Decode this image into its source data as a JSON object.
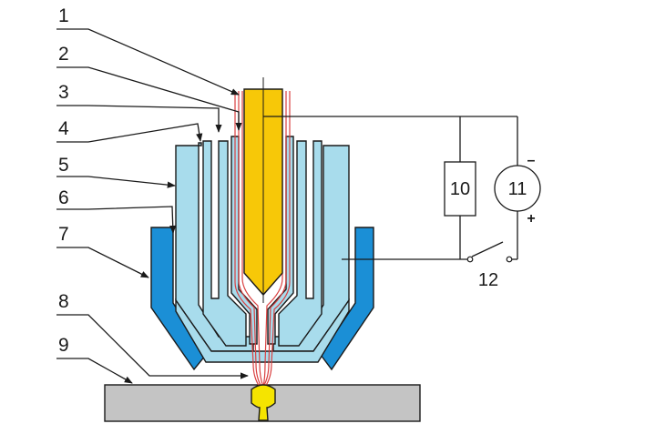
{
  "colors": {
    "electrode": "#f7c808",
    "nozzle_body": "#a8dcec",
    "shield_cup": "#1b8fd6",
    "workpiece": "#c4c4c4",
    "weld_pool": "#f5e400",
    "plasma_lines": "#d94040"
  },
  "callouts": [
    {
      "id": "1",
      "text": "1"
    },
    {
      "id": "2",
      "text": "2"
    },
    {
      "id": "3",
      "text": "3"
    },
    {
      "id": "4",
      "text": "4"
    },
    {
      "id": "5",
      "text": "5"
    },
    {
      "id": "6",
      "text": "6"
    },
    {
      "id": "7",
      "text": "7"
    },
    {
      "id": "8",
      "text": "8"
    },
    {
      "id": "9",
      "text": "9"
    }
  ],
  "circuit": {
    "resistor_label": "10",
    "source_label": "11",
    "switch_label": "12",
    "minus_sign": "–",
    "plus_sign": "+"
  }
}
